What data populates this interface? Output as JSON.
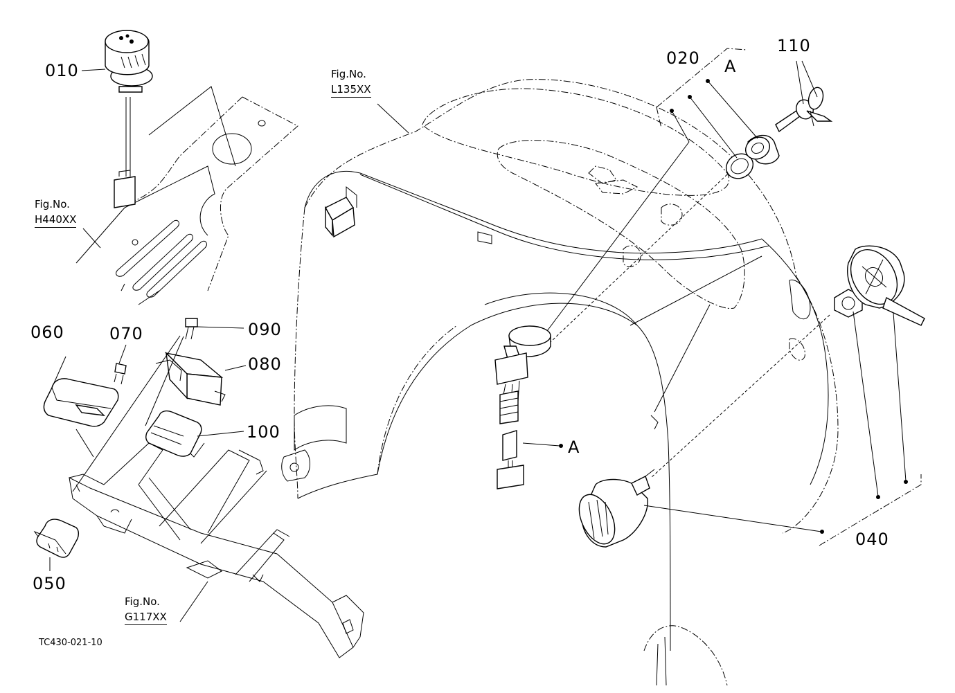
{
  "callouts": {
    "p010": "010",
    "p020": "020",
    "p040": "040",
    "p050": "050",
    "p060": "060",
    "p070": "070",
    "p080": "080",
    "p090": "090",
    "p100": "100",
    "p110": "110",
    "ref_a_top": "A",
    "ref_a_harness": "A"
  },
  "figure_refs": {
    "h440": {
      "line1": "Fig.No.",
      "line2": "H440XX"
    },
    "l135": {
      "line1": "Fig.No.",
      "line2": "L135XX"
    },
    "g117": {
      "line1": "Fig.No.",
      "line2": "G117XX"
    }
  },
  "drawing_code": "TC430-021-10"
}
